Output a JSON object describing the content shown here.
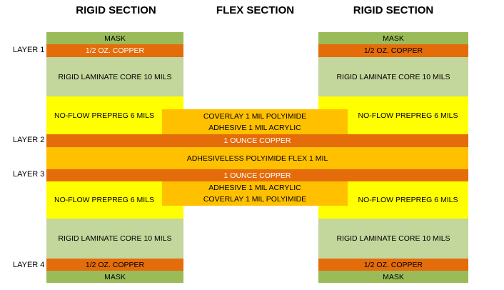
{
  "headers": {
    "left": "RIGID SECTION",
    "center": "FLEX SECTION",
    "right": "RIGID SECTION"
  },
  "layers": {
    "l1": "LAYER 1",
    "l2": "LAYER 2",
    "l3": "LAYER 3",
    "l4": "LAYER 4"
  },
  "rigid": {
    "mask": "MASK",
    "half_oz_copper": "1/2 OZ. COPPER",
    "core": "RIGID LAMINATE CORE 10 MILS",
    "prepreg": "NO-FLOW PREPREG 6 MILS"
  },
  "flex": {
    "coverlay_top": "COVERLAY 1 MIL POLYIMIDE",
    "adhesive_top": "ADHESIVE 1 MIL ACRYLIC",
    "copper_l2": "1 OUNCE COPPER",
    "flex_core": "ADHESIVELESS POLYIMIDE FLEX 1 MIL",
    "copper_l3": "1 OUNCE COPPER",
    "adhesive_bottom": "ADHESIVE 1 MIL ACRYLIC",
    "coverlay_bottom": "COVERLAY 1 MIL POLYIMIDE"
  },
  "colors": {
    "mask": "#9bbb59",
    "copper": "#e46c0a",
    "core": "#c3d69b",
    "prepreg": "#ffff00",
    "polyimide": "#ffc000"
  }
}
